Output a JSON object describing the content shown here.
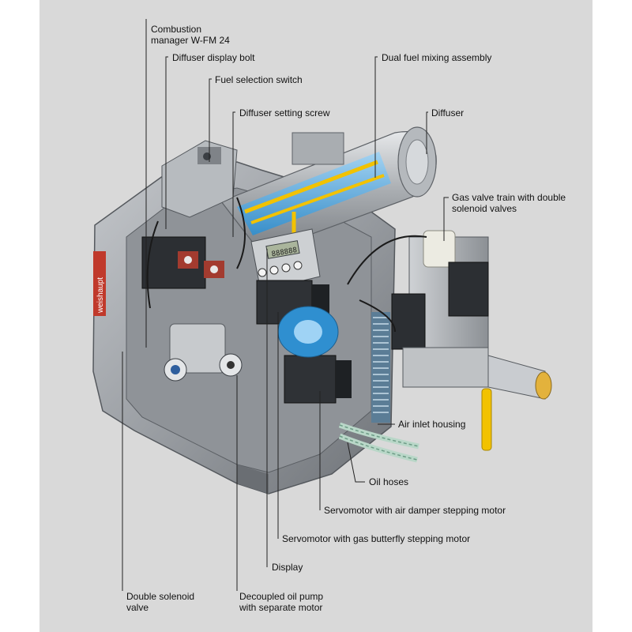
{
  "brand": "weishaupt",
  "display_text": "888888",
  "labels": {
    "combustion_manager": [
      "Combustion",
      "manager W-FM 24"
    ],
    "diffuser_display_bolt": "Diffuser display bolt",
    "fuel_selection_switch": "Fuel selection switch",
    "diffuser_setting_screw": "Diffuser setting screw",
    "dual_fuel_mixing_assembly": "Dual fuel mixing assembly",
    "diffuser": "Diffuser",
    "gas_valve_train": [
      "Gas valve train with double",
      "solenoid valves"
    ],
    "air_inlet_housing": "Air inlet housing",
    "oil_hoses": "Oil hoses",
    "servomotor_air": "Servomotor with air damper stepping motor",
    "servomotor_gas": "Servomotor with gas butterfly stepping motor",
    "display": "Display",
    "double_solenoid_valve": [
      "Double solenoid",
      "valve"
    ],
    "decoupled_oil_pump": [
      "Decoupled oil pump",
      "with separate motor"
    ]
  },
  "colors": {
    "background": "#d9d9d9",
    "housing": "#9a9ea3",
    "accent_blue": "#2f8fd0",
    "accent_yellow": "#f2c200",
    "brand_red": "#c0392b",
    "leader_line": "#222222"
  }
}
